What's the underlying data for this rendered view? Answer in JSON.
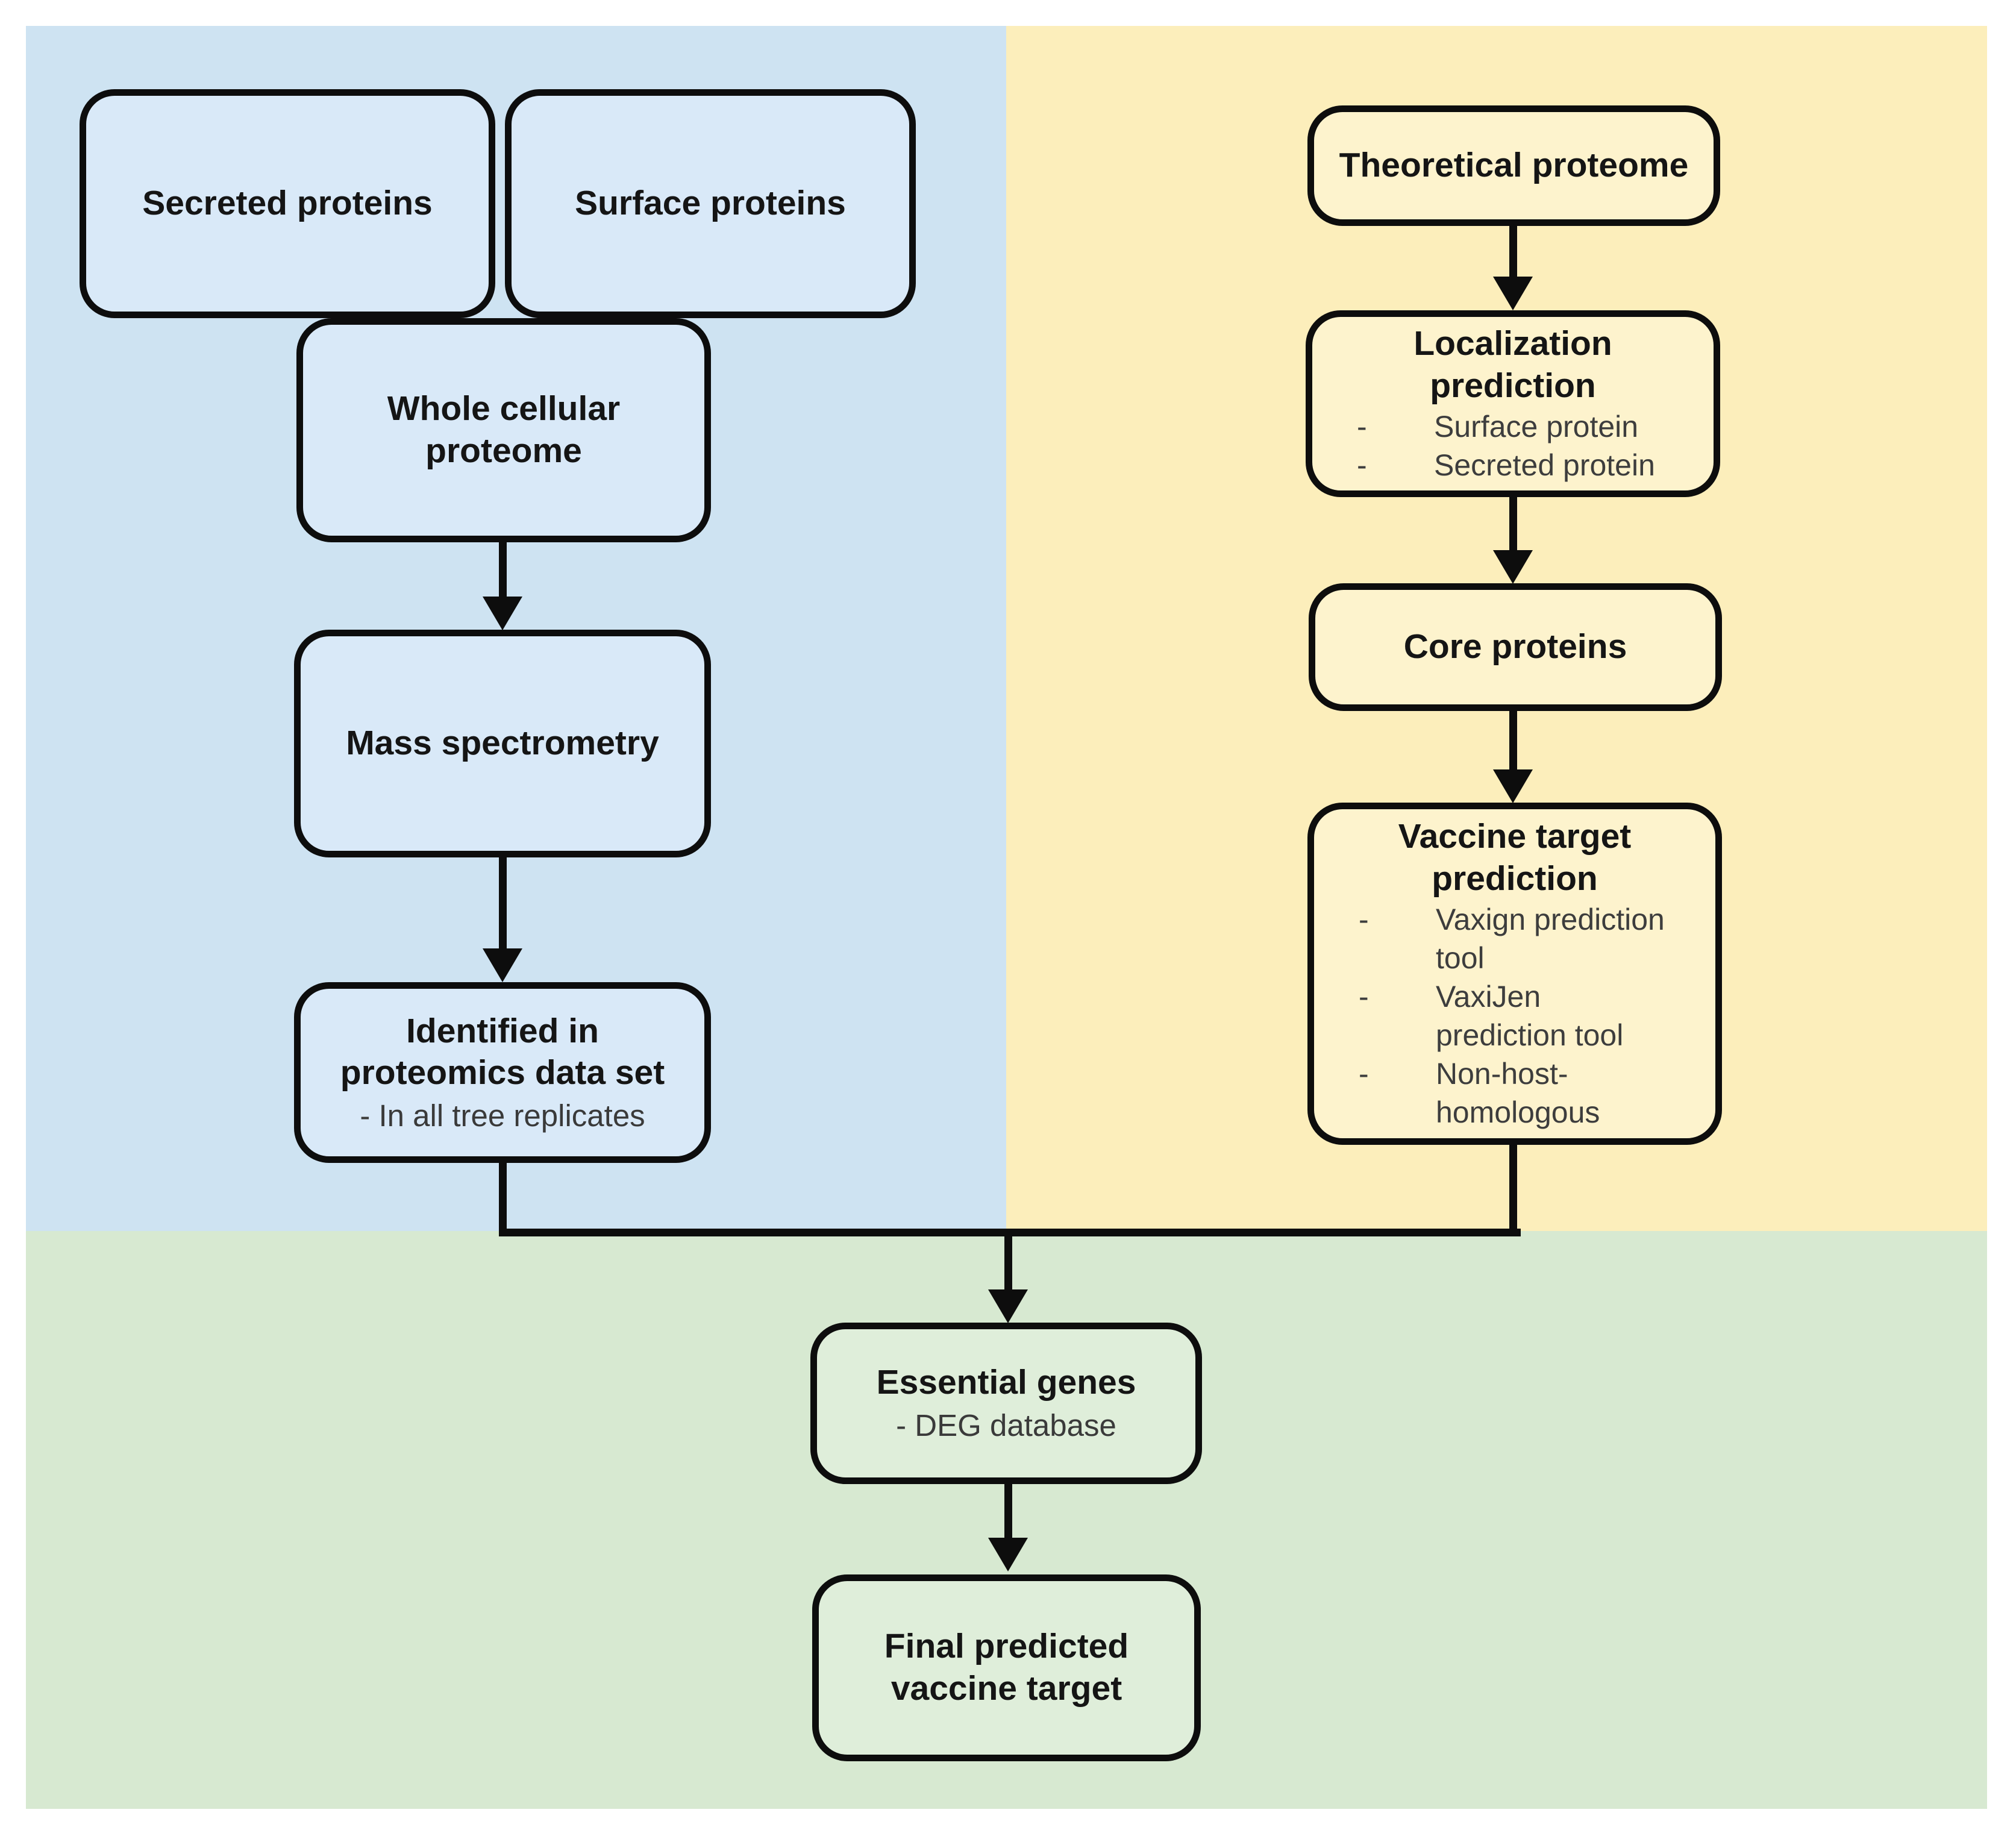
{
  "diagram": {
    "colors": {
      "experimental_region_bg": "#cee3f2",
      "theoretical_region_bg": "#fceebb",
      "combined_region_bg": "#d7e9d1",
      "experimental_box_fill": "#d9e9f8",
      "theoretical_box_fill": "#fdf3cd",
      "combined_box_fill": "#dfeeda",
      "outline": "#0d0d0d"
    },
    "nodes": {
      "secreted": {
        "title": "Secreted proteins"
      },
      "surface": {
        "title": "Surface proteins"
      },
      "whole_cellular": {
        "title": "Whole cellular\nproteome"
      },
      "mass_spec": {
        "title": "Mass spectrometry"
      },
      "identified": {
        "title": "Identified in\nproteomics data set",
        "note": "- In all tree replicates"
      },
      "theoretical": {
        "title": "Theoretical proteome"
      },
      "localization": {
        "title": "Localization\nprediction",
        "items": [
          {
            "bullet": "-",
            "text": "Surface protein"
          },
          {
            "bullet": "-",
            "text": "Secreted protein"
          }
        ]
      },
      "core": {
        "title": "Core proteins"
      },
      "vaccine_target": {
        "title": "Vaccine target\nprediction",
        "items": [
          {
            "bullet": "-",
            "text": "Vaxign prediction\ntool"
          },
          {
            "bullet": "-",
            "text": "VaxiJen\nprediction tool"
          },
          {
            "bullet": "-",
            "text": "Non-host-\nhomologous"
          }
        ]
      },
      "essential": {
        "title": "Essential genes",
        "note": "- DEG database"
      },
      "final": {
        "title": "Final predicted\nvaccine target"
      }
    }
  }
}
